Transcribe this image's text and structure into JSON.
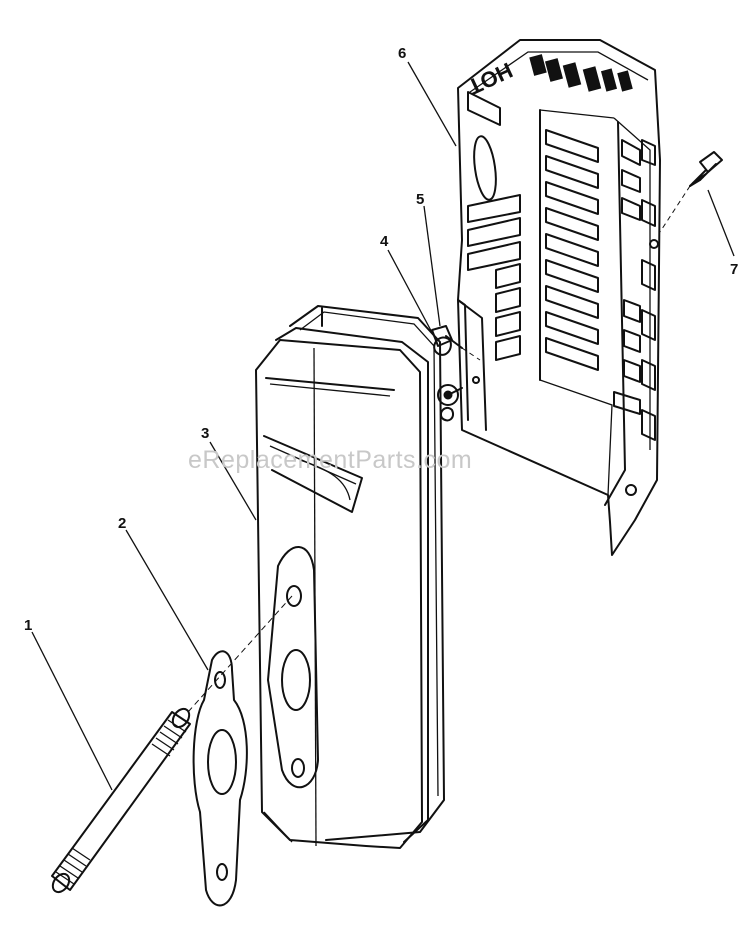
{
  "callouts": [
    {
      "id": "1",
      "label": "1"
    },
    {
      "id": "2",
      "label": "2"
    },
    {
      "id": "3",
      "label": "3"
    },
    {
      "id": "4",
      "label": "4"
    },
    {
      "id": "5",
      "label": "5"
    },
    {
      "id": "6",
      "label": "6"
    },
    {
      "id": "7",
      "label": "7"
    }
  ],
  "shield_text": "HOT",
  "watermark": "eReplacementParts.com"
}
